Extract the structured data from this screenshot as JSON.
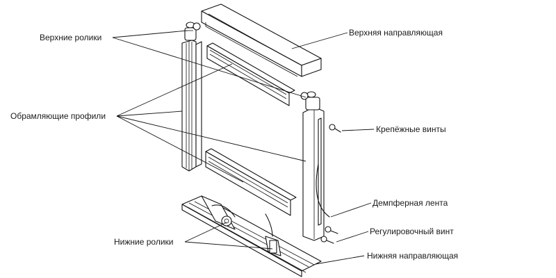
{
  "labels": {
    "top_rollers": "Верхние ролики",
    "top_guide": "Верхняя направляющая",
    "frame_profiles": "Обрамляющие профили",
    "fixing_screws": "Крепёжные винты",
    "damper_tape": "Демпферная лента",
    "adjusting_screw": "Регулировочный винт",
    "bottom_rollers": "Нижние ролики",
    "bottom_guide": "Нижняя направляющая"
  }
}
